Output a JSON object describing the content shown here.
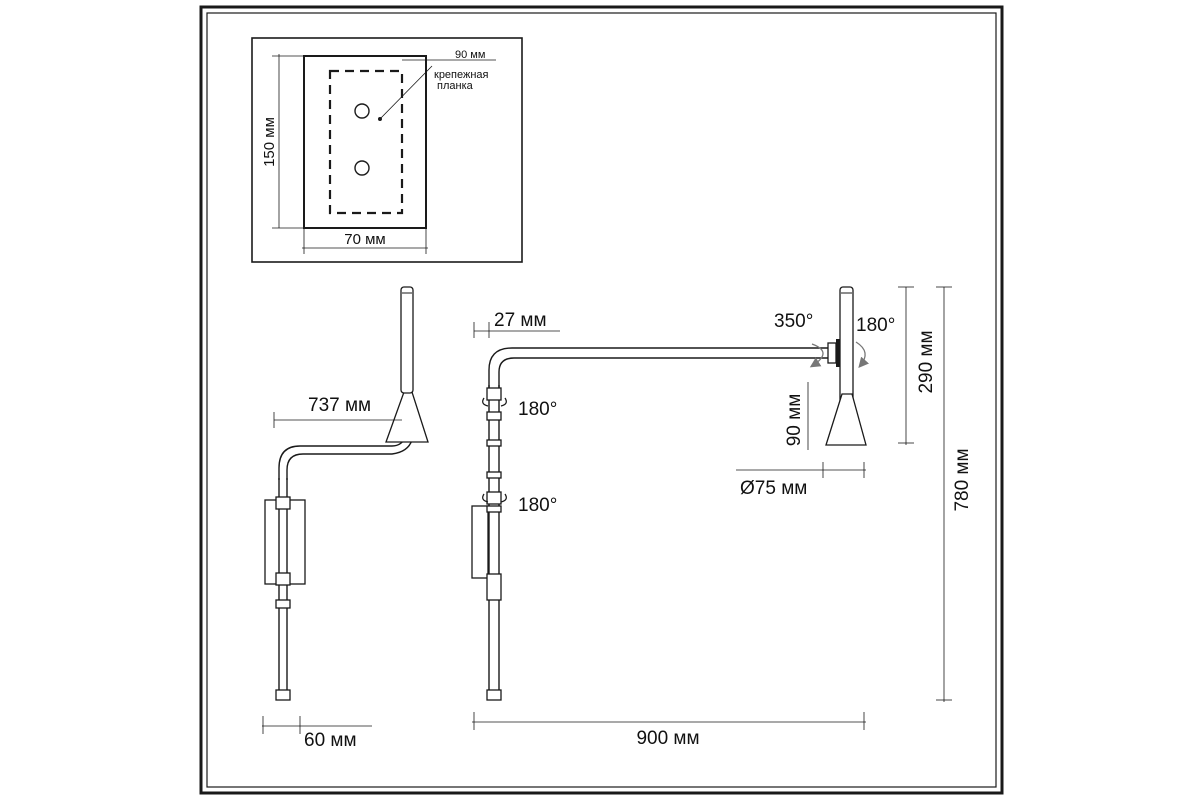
{
  "inset": {
    "top_width_label": "90 мм",
    "bracket_label_line1": "крепежная",
    "bracket_label_line2": "планка",
    "height_label": "150 мм",
    "width_label": "70 мм"
  },
  "side_view": {
    "length_label": "737 мм",
    "depth_label": "60 мм"
  },
  "front_view": {
    "pipe_label": "27 мм",
    "joint_upper_label": "180°",
    "joint_lower_label": "180°",
    "span_label": "900 мм"
  },
  "head": {
    "swivel_label": "350°",
    "tilt_label": "180°",
    "shade_height_label": "90 мм",
    "shade_diameter_label": "Ø75 мм",
    "top_height_label": "290 мм",
    "total_height_label": "780 мм"
  },
  "colors": {
    "line": "#1a1a1a",
    "frame": "#1a1a1a",
    "background": "#ffffff"
  }
}
